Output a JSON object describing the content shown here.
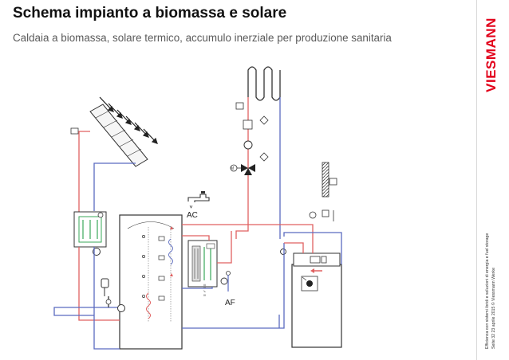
{
  "header": {
    "title": "Schema impianto a biomassa e solare",
    "subtitle": "Caldaia a biomassa, solare termico, accumulo inerziale per produzione sanitaria"
  },
  "brand": {
    "name": "VIESMANN",
    "color": "#e2001a"
  },
  "footer": {
    "line1": "Efficienza con sistemi ibridi e soluzioni di energia e fuel storage",
    "line2": "Seite 32    23 aprile 2015 © Viessmann Werke"
  },
  "diagram": {
    "labels": {
      "ac": "AC",
      "af": "AF"
    },
    "colors": {
      "hot_pipe": "#e06060",
      "cold_pipe": "#5b6bc0",
      "line": "#333333",
      "accent_green": "#3aa85a"
    }
  }
}
